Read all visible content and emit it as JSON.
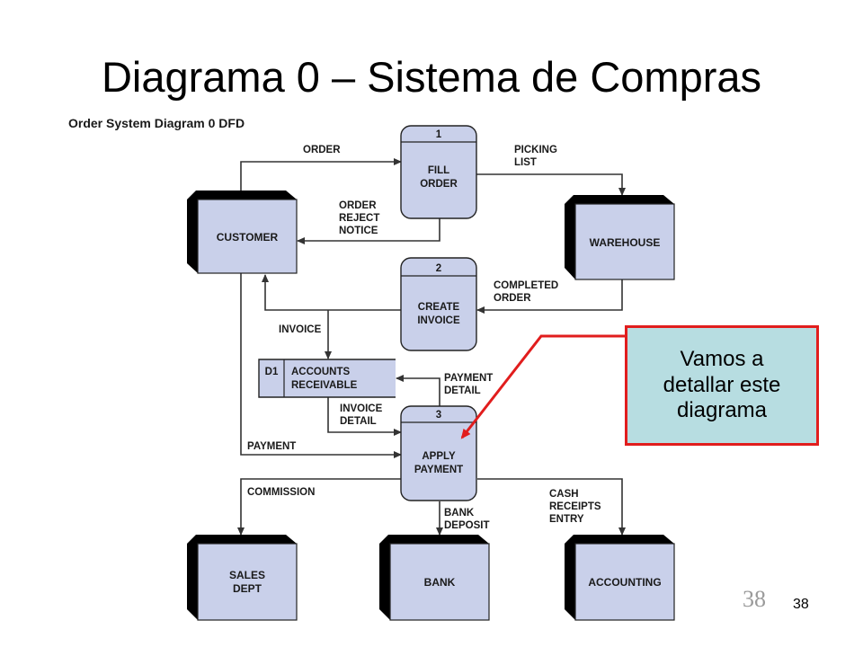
{
  "slide": {
    "title": "Diagrama 0 – Sistema de Compras",
    "callout_text": "Vamos a\ndetallar este\ndiagrama",
    "page_number_serif": "38",
    "page_number": "38"
  },
  "diagram": {
    "caption": "Order System Diagram 0 DFD",
    "colors": {
      "fill": "#c9d0ea",
      "shadow": "#000000",
      "line": "#333333",
      "callout_border": "#e11d1d",
      "callout_fill": "#b7dde1"
    },
    "processes": [
      {
        "number": "1",
        "name_line1": "FILL",
        "name_line2": "ORDER"
      },
      {
        "number": "2",
        "name_line1": "CREATE",
        "name_line2": "INVOICE"
      },
      {
        "number": "3",
        "name_line1": "APPLY",
        "name_line2": "PAYMENT"
      }
    ],
    "entities": {
      "customer": "CUSTOMER",
      "warehouse": "WAREHOUSE",
      "sales_line1": "SALES",
      "sales_line2": "DEPT",
      "bank": "BANK",
      "accounting": "ACCOUNTING"
    },
    "data_store": {
      "id": "D1",
      "name_line1": "ACCOUNTS",
      "name_line2": "RECEIVABLE"
    },
    "flows": {
      "order": "ORDER",
      "picking_1": "PICKING",
      "picking_2": "LIST",
      "reject_1": "ORDER",
      "reject_2": "REJECT",
      "reject_3": "NOTICE",
      "completed_1": "COMPLETED",
      "completed_2": "ORDER",
      "invoice": "INVOICE",
      "paydetail_1": "PAYMENT",
      "paydetail_2": "DETAIL",
      "invdetail_1": "INVOICE",
      "invdetail_2": "DETAIL",
      "payment": "PAYMENT",
      "commission": "COMMISSION",
      "bankdep_1": "BANK",
      "bankdep_2": "DEPOSIT",
      "cash_1": "CASH",
      "cash_2": "RECEIPTS",
      "cash_3": "ENTRY"
    }
  }
}
